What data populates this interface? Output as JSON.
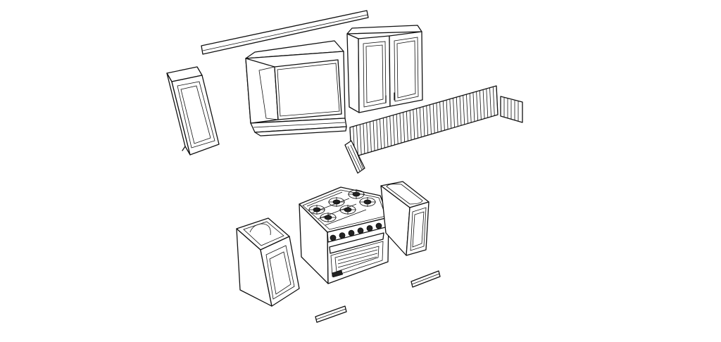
{
  "drawing": {
    "kind": "exploded isometric line drawing",
    "parts": [
      "crown-molding",
      "hood",
      "tall-wall-cabinet",
      "double-wall-cabinet",
      "slat-backsplash",
      "backsplash-end-panel",
      "range",
      "base-cabinet-left",
      "base-cabinet-right",
      "toe-kick"
    ],
    "stroke_color": "#111111",
    "background": "#ffffff",
    "backsplash_slat_count": 44,
    "range_burner_count": 6
  }
}
